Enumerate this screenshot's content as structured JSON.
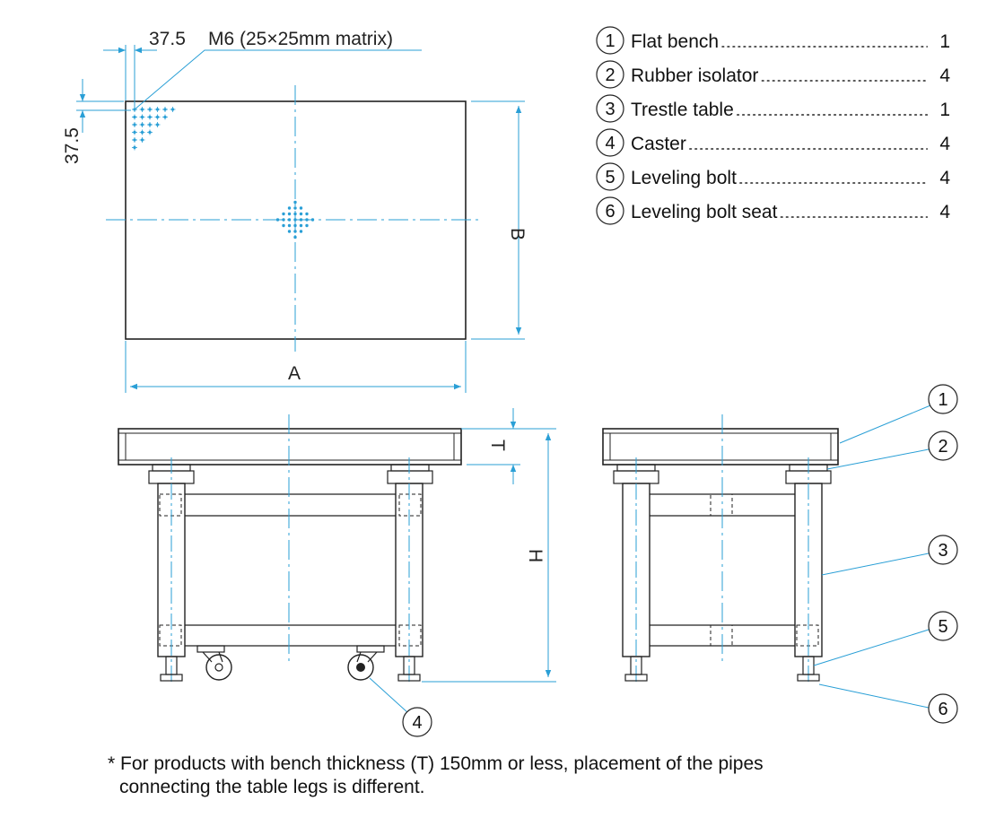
{
  "dimensions": {
    "offset_x": "37.5",
    "offset_y": "37.5",
    "hole_spec": "M6 (25×25mm matrix)",
    "width": "A",
    "depth": "B",
    "thickness": "T",
    "height": "H"
  },
  "parts": [
    {
      "num": "1",
      "name": "Flat bench",
      "qty": "1"
    },
    {
      "num": "2",
      "name": "Rubber isolator",
      "qty": "4"
    },
    {
      "num": "3",
      "name": "Trestle table",
      "qty": "1"
    },
    {
      "num": "4",
      "name": "Caster",
      "qty": "4"
    },
    {
      "num": "5",
      "name": "Leveling bolt",
      "qty": "4"
    },
    {
      "num": "6",
      "name": "Leveling bolt seat",
      "qty": "4"
    }
  ],
  "note": {
    "line1": "* For products with bench thickness (T) 150mm or less, placement of the pipes",
    "line2": "connecting the table legs is different."
  },
  "colors": {
    "dimension_blue": "#2a9fd6",
    "outline": "#222222"
  }
}
